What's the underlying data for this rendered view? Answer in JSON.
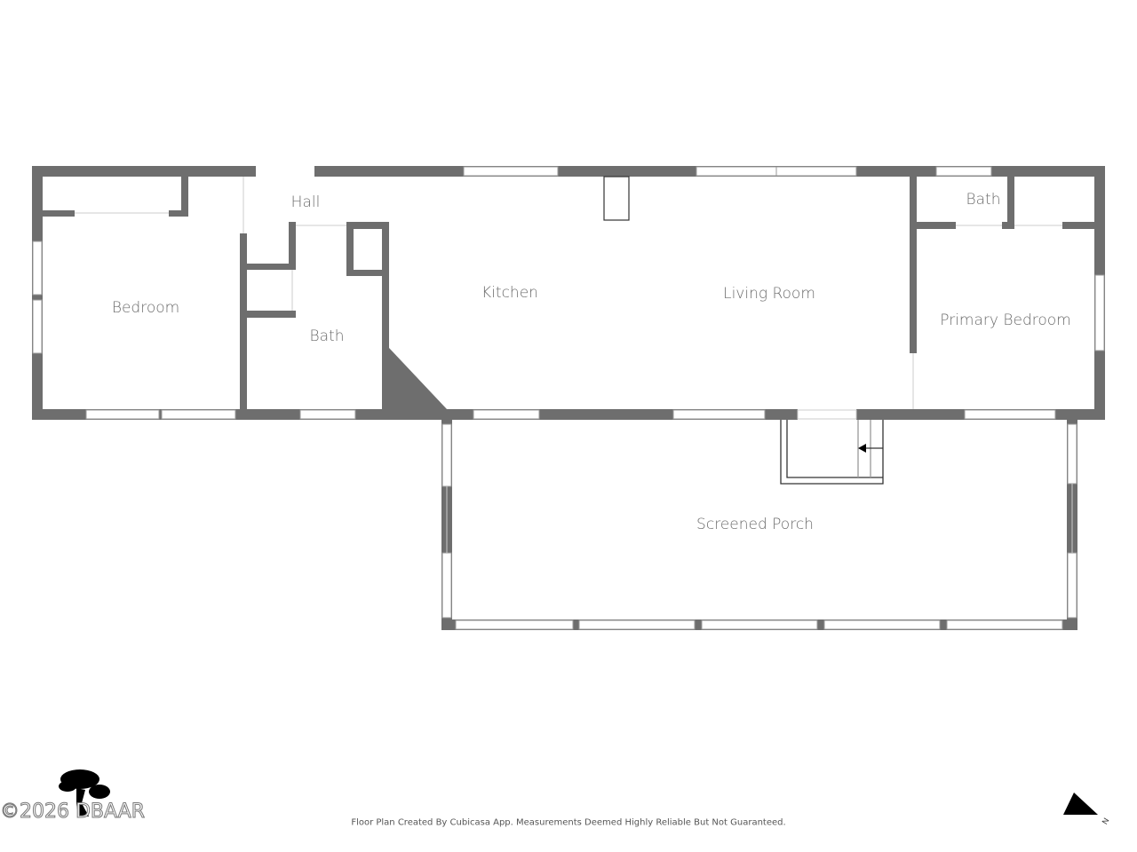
{
  "rooms": {
    "hall": "Hall",
    "bedroom": "Bedroom",
    "bath_left": "Bath",
    "kitchen": "Kitchen",
    "living_room": "Living Room",
    "bath_right": "Bath",
    "primary_bedroom": "Primary Bedroom",
    "screened_porch": "Screened Porch"
  },
  "footer": "Floor Plan Created By Cubicasa App. Measurements Deemed Highly Reliable But Not Guaranteed.",
  "watermark": "©2026 DBAAR",
  "compass_label": "N",
  "colors": {
    "wall": "#6e6e6e",
    "window": "#ffffff",
    "text": "#6b6b6b"
  }
}
